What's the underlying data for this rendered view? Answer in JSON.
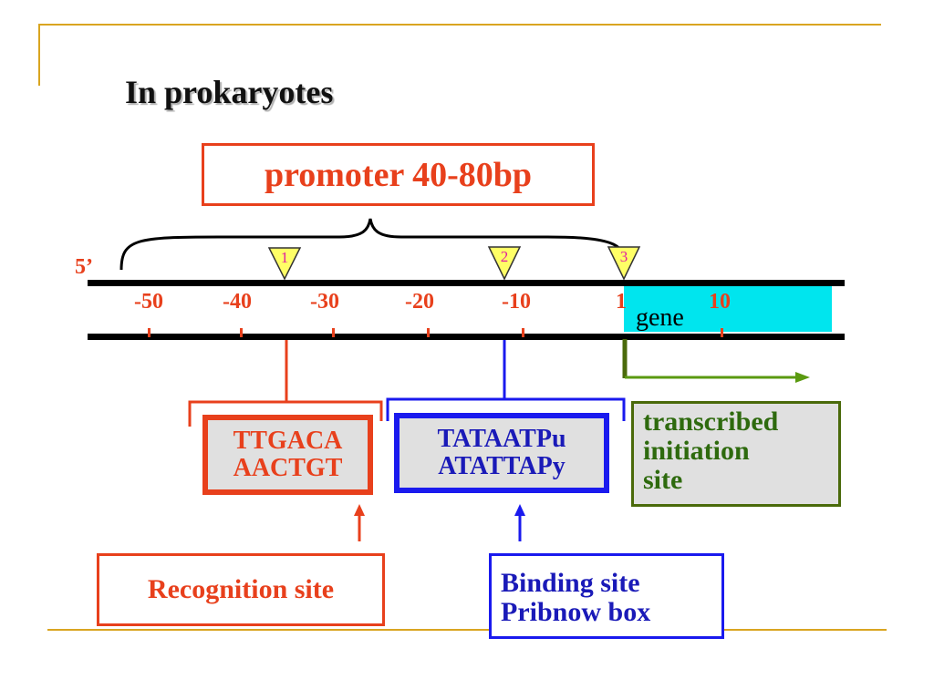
{
  "slide": {
    "title": "In prokaryotes"
  },
  "promoter": {
    "label": "promoter 40-80bp"
  },
  "strand": {
    "five_prime_label": "5’",
    "positions": [
      "-50",
      "-40",
      "-30",
      "-20",
      "-10",
      "1",
      "10"
    ],
    "gene_label": "gene"
  },
  "markers": [
    "1",
    "2",
    "3"
  ],
  "sequences": {
    "recognition_consensus": [
      "TTGACA",
      "AACTGT"
    ],
    "binding_consensus": [
      "TATAATPu",
      "ATATTAPy"
    ]
  },
  "transcribed_site": {
    "lines": [
      "transcribed",
      "initiation",
      "site"
    ]
  },
  "recognition_site": {
    "label": "Recognition site"
  },
  "binding_site": {
    "lines": [
      "Binding site",
      "Pribnow box"
    ]
  },
  "colors": {
    "red": "#e8401c",
    "blue": "#1a1aee",
    "green": "#4a6a0a",
    "gene_fill": "#00e5ee",
    "marker_fill": "#ffff66",
    "gold": "#d9a520"
  }
}
